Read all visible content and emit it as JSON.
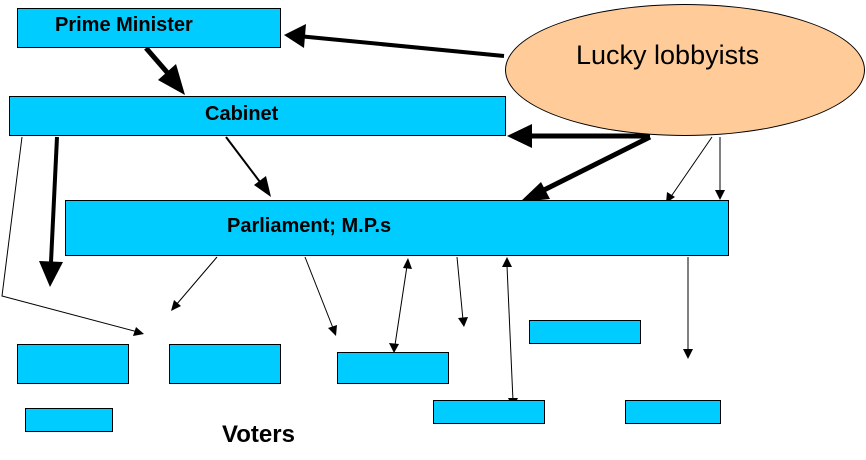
{
  "nodes": {
    "prime_minister": "Prime Minister",
    "cabinet": "Cabinet",
    "parliament": "Parliament; M.P.s",
    "lobbyists": "Lucky lobbyists",
    "voters": "Voters"
  },
  "colors": {
    "box_fill": "#00ccff",
    "ellipse_fill": "#ffcc99",
    "stroke": "#000000"
  }
}
